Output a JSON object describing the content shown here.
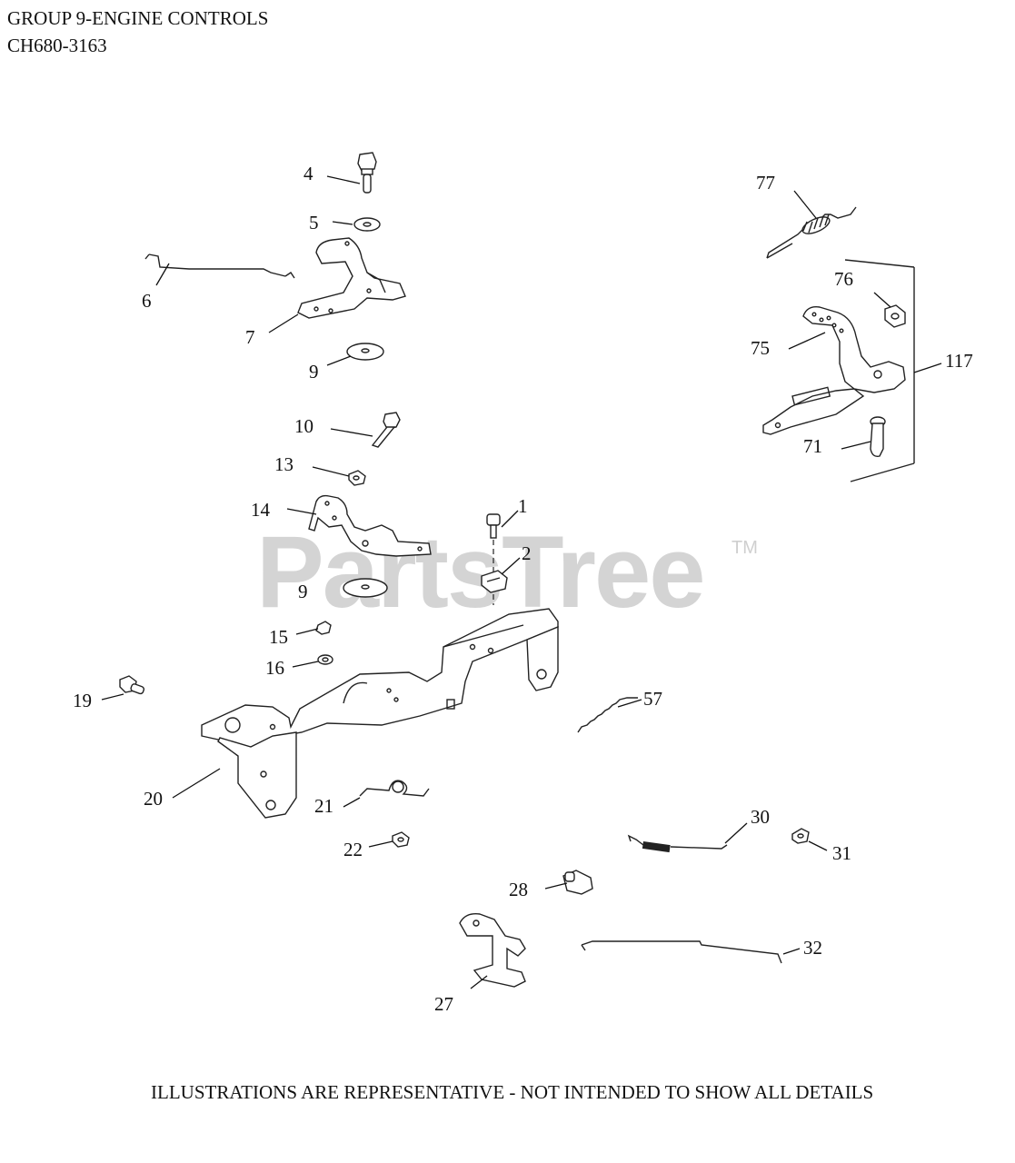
{
  "header": {
    "title": "GROUP 9-ENGINE CONTROLS",
    "model": "CH680-3163"
  },
  "watermark": {
    "text": "PartsTree",
    "mark": "TM"
  },
  "footer": "ILLUSTRATIONS ARE REPRESENTATIVE - NOT INTENDED TO SHOW ALL DETAILS",
  "callouts": {
    "c1": "1",
    "c2": "2",
    "c4": "4",
    "c5": "5",
    "c6": "6",
    "c7": "7",
    "c9a": "9",
    "c9b": "9",
    "c10": "10",
    "c13": "13",
    "c14": "14",
    "c15": "15",
    "c16": "16",
    "c19": "19",
    "c20": "20",
    "c21": "21",
    "c22": "22",
    "c27": "27",
    "c28": "28",
    "c30": "30",
    "c31": "31",
    "c32": "32",
    "c57": "57",
    "c71": "71",
    "c75": "75",
    "c76": "76",
    "c77": "77",
    "c117": "117"
  }
}
